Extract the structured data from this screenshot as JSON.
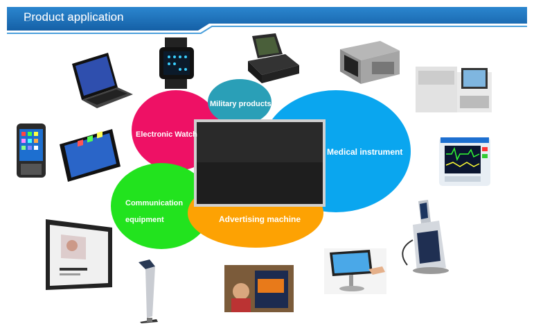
{
  "header": {
    "title": "Product application"
  },
  "bubbles": {
    "military": "Military products",
    "watch": "Electronic Watch",
    "medical": "Medical instrument",
    "communication_line1": "Communication",
    "communication_line2": "equipment",
    "advertising": "Advertising machine"
  },
  "colors": {
    "banner": "#1b6fb6",
    "military": "#2a9fb7",
    "watch": "#ee1165",
    "medical": "#0aa6ef",
    "communication": "#22e31e",
    "advertising": "#fda203"
  }
}
